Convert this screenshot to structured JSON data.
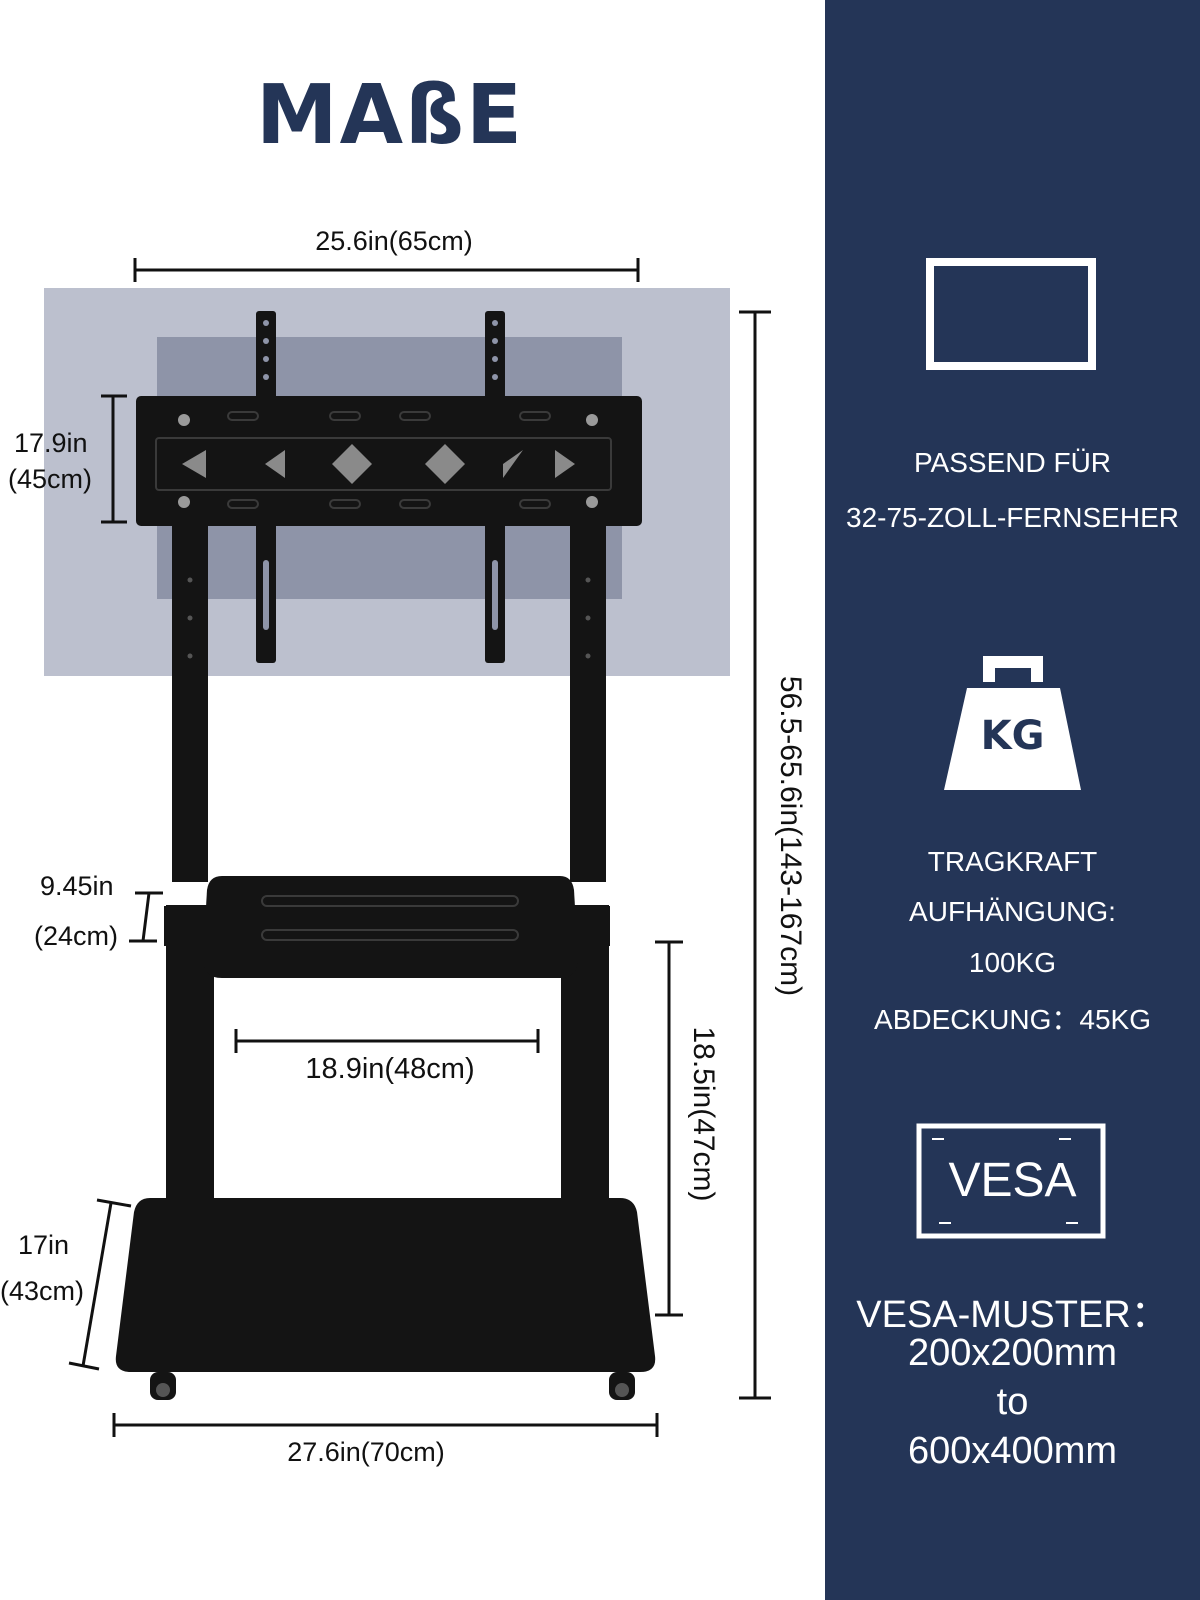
{
  "colors": {
    "navy": "#243557",
    "title": "#243557",
    "screen_outer": "#bcc0ce",
    "screen_inner": "#8e94a8",
    "stand": "#141414",
    "text_dark": "#111111",
    "text_light": "#ffffff"
  },
  "title": "MAßE",
  "dimensions": {
    "top_width": "25.6in(65cm)",
    "bracket_height_in": "17.9in",
    "bracket_height_cm": "(45cm)",
    "total_height": "56.5-65.6in(143-167cm)",
    "shelf_depth_in": "9.45in",
    "shelf_depth_cm": "(24cm)",
    "shelf_width": "18.9in(48cm)",
    "shelf_height": "18.5in(47cm)",
    "base_depth_in": "17in",
    "base_depth_cm": "(43cm)",
    "base_width": "27.6in(70cm)"
  },
  "features": [
    {
      "icon": "tv-screen-icon",
      "lines": [
        "PASSEND FÜR",
        "32-75-ZOLL-FERNSEHER"
      ]
    },
    {
      "icon": "weight-kg-icon",
      "icon_label": "KG",
      "lines": [
        "TRAGKRAFT",
        "AUFHÄNGUNG:",
        "100KG",
        "ABDECKUNG：45KG"
      ]
    },
    {
      "icon": "vesa-icon",
      "icon_label": "VESA",
      "lines": [
        "VESA-MUSTER：",
        "200x200mm",
        "to",
        "600x400mm"
      ]
    }
  ]
}
